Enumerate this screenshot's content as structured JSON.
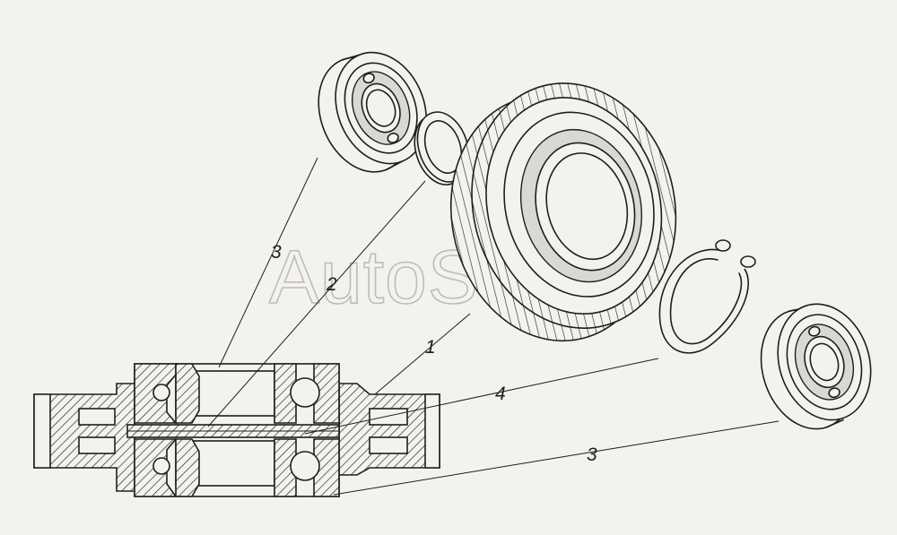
{
  "watermark": "AutoSoft",
  "callouts": {
    "c1": "1",
    "c2": "2",
    "c3_top": "3",
    "c3_bottom": "3",
    "c4": "4"
  },
  "colors": {
    "line": "#1e1e1e",
    "background": "#f3f2ef",
    "watermark": "#bdbcb8"
  },
  "parts": [
    {
      "id": "1",
      "part": "gear"
    },
    {
      "id": "2",
      "part": "spacer ring"
    },
    {
      "id": "3",
      "part": "ball bearing"
    },
    {
      "id": "4",
      "part": "retaining ring"
    }
  ]
}
